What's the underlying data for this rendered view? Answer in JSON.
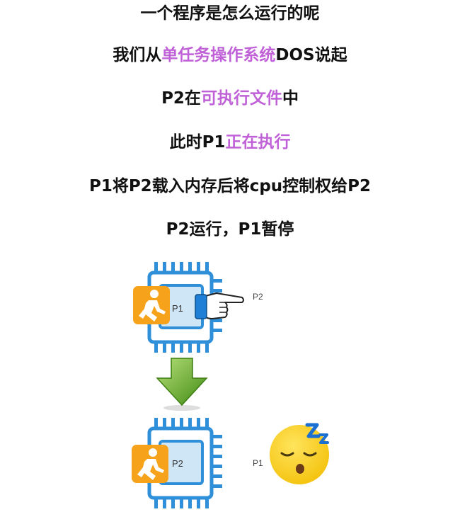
{
  "lines": [
    {
      "parts": [
        {
          "text": "一个程序是怎么运行的呢",
          "hl": false
        }
      ]
    },
    {
      "parts": [
        {
          "text": "我们从",
          "hl": false
        },
        {
          "text": "单任务操作系统",
          "hl": true
        },
        {
          "text": "DOS说起",
          "hl": false
        }
      ]
    },
    {
      "parts": [
        {
          "text": "P2在",
          "hl": false
        },
        {
          "text": "可执行文件",
          "hl": true
        },
        {
          "text": "中",
          "hl": false
        }
      ]
    },
    {
      "parts": [
        {
          "text": "此时P1",
          "hl": false
        },
        {
          "text": "正在执行",
          "hl": true
        }
      ]
    },
    {
      "parts": [
        {
          "text": "P1将P2载入内存后将cpu控制权给P2",
          "hl": false
        }
      ]
    },
    {
      "parts": [
        {
          "text": "P2运行，P1暂停",
          "hl": false
        }
      ]
    }
  ],
  "diagram": {
    "top": {
      "chip_label": "P1",
      "side_label": "P2",
      "icons": [
        "cpu-chip-icon",
        "running-man-icon",
        "pointing-hand-icon"
      ]
    },
    "arrow_icon": "green-down-arrow-icon",
    "bottom": {
      "chip_label": "P2",
      "side_label": "P1",
      "icons": [
        "cpu-chip-icon",
        "running-man-icon",
        "sleeping-face-icon"
      ]
    }
  },
  "colors": {
    "text": "#111111",
    "highlight": "#c061d8",
    "chip_blue": "#2f8fd8",
    "chip_fill": "#cfe6f7",
    "orange": "#f7a21b",
    "green": "#5aa61f",
    "sleep_yellow": "#fcd52b",
    "zzz_blue": "#1a6fd1"
  }
}
